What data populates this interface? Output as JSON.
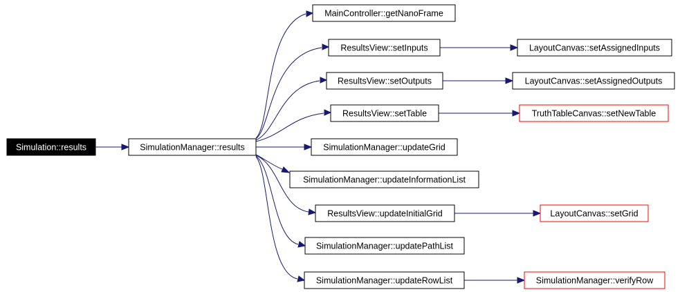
{
  "nodes": {
    "simulation_results": "Simulation::results",
    "simulationmanager_results": "SimulationManager::results",
    "maincontroller_getnanoframe": "MainController::getNanoFrame",
    "resultsview_setinputs": "ResultsView::setInputs",
    "layoutcanvas_setassignedinputs": "LayoutCanvas::setAssignedInputs",
    "resultsview_setoutputs": "ResultsView::setOutputs",
    "layoutcanvas_setassignedoutputs": "LayoutCanvas::setAssignedOutputs",
    "resultsview_settable": "ResultsView::setTable",
    "truthtablecanvas_setnewtable": "TruthTableCanvas::setNewTable",
    "simulationmanager_updategrid": "SimulationManager::updateGrid",
    "simulationmanager_updateinformationlist": "SimulationManager::updateInformationList",
    "resultsview_updateinitialgrid": "ResultsView::updateInitialGrid",
    "layoutcanvas_setgrid": "LayoutCanvas::setGrid",
    "simulationmanager_updatepathlist": "SimulationManager::updatePathList",
    "simulationmanager_updaterowlist": "SimulationManager::updateRowList",
    "simulationmanager_verifyrow": "SimulationManager::verifyRow"
  },
  "colors": {
    "edge": "#191970",
    "node_border": "#000000",
    "unresolved_node_border": "#ff0000",
    "root_fill": "#000000",
    "root_text": "#ffffff"
  }
}
